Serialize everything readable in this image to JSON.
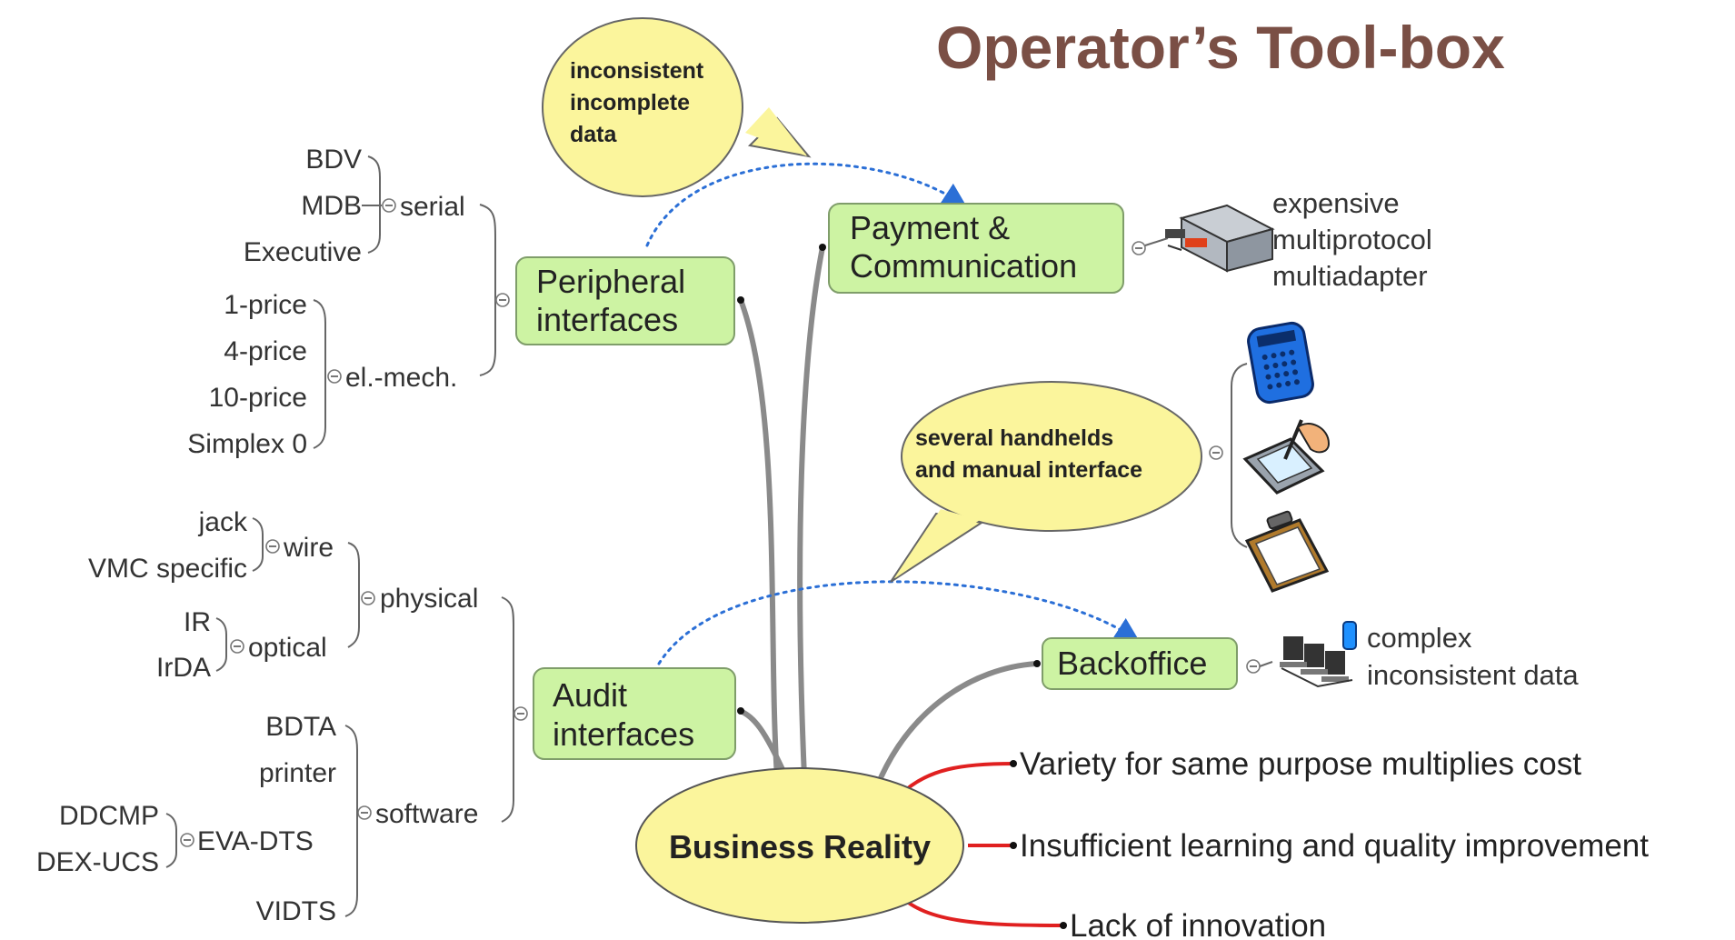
{
  "title": "Operator’s Tool-box",
  "center": {
    "label": "Business Reality"
  },
  "topics": {
    "peripheral": {
      "line1": "Peripheral",
      "line2": "interfaces"
    },
    "audit": {
      "line1": "Audit",
      "line2": "interfaces"
    },
    "payment": {
      "line1": "Payment &",
      "line2": "Communication"
    },
    "backoffice": {
      "label": "Backoffice"
    }
  },
  "peripheral_tree": {
    "serial": {
      "label": "serial",
      "items": [
        "BDV",
        "MDB",
        "Executive"
      ]
    },
    "elmech": {
      "label": "el.-mech.",
      "items": [
        "1-price",
        "4-price",
        "10-price",
        "Simplex 0"
      ]
    }
  },
  "audit_tree": {
    "physical": {
      "label": "physical",
      "wire": {
        "label": "wire",
        "items": [
          "jack",
          "VMC specific"
        ]
      },
      "optical": {
        "label": "optical",
        "items": [
          "IR",
          "IrDA"
        ]
      }
    },
    "software": {
      "label": "software",
      "items": [
        "BDTA",
        "printer",
        "VIDTS"
      ],
      "evadts": {
        "label": "EVA-DTS",
        "items": [
          "DDCMP",
          "DEX-UCS"
        ]
      }
    }
  },
  "callouts": {
    "data": {
      "line1": "inconsistent",
      "line2": "incomplete",
      "line3": "data"
    },
    "handhelds": {
      "line1": "several handhelds",
      "line2": "and manual interface"
    }
  },
  "payment_note": {
    "line1": "expensive",
    "line2": "multiprotocol",
    "line3": "multiadapter"
  },
  "backoffice_note": {
    "line1": "complex",
    "line2": "inconsistent data"
  },
  "consequences": [
    "Variety for same purpose multiplies cost",
    "Insufficient learning and quality improvement",
    "Lack of innovation"
  ],
  "icons": {
    "payment_adapter": "adapter-device-icon",
    "handhelds": [
      "calculator-handheld-icon",
      "pen-tablet-icon",
      "clipboard-icon"
    ],
    "backoffice": "networked-computers-icon"
  },
  "colors": {
    "title": "#7a4f45",
    "topic_fill": "#cdf3a3",
    "bubble_fill": "#fbf59c",
    "center_fill": "#fbf59c",
    "dotted_link": "#2b6fd6",
    "consequence_link": "#e02020",
    "main_link": "#8a8a8a"
  }
}
